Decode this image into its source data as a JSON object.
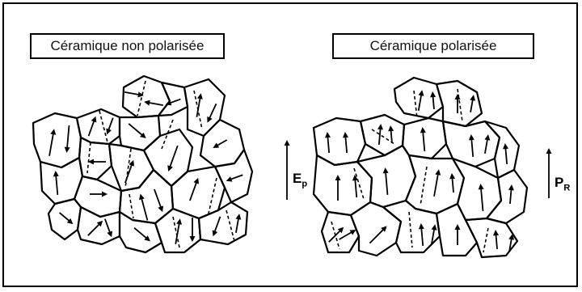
{
  "panels": {
    "left": {
      "title": "Céramique non polarisée"
    },
    "right": {
      "title": "Céramique polarisée"
    }
  },
  "field_label": {
    "main": "E",
    "sub": "p"
  },
  "polarisation_label": {
    "main": "P",
    "sub": "R"
  },
  "colors": {
    "ink": "#000000",
    "background": "#ffffff"
  }
}
